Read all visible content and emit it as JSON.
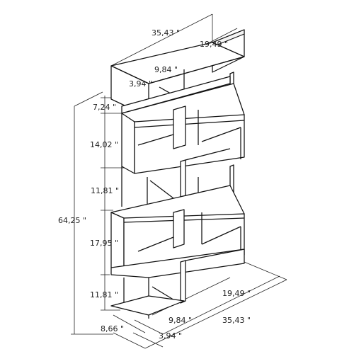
{
  "dimensions": {
    "top_total_width": "35,43 \"",
    "top_right_segment": "19,49 \"",
    "top_mid_segment": "9,84 \"",
    "top_left_segment": "3,94 \"",
    "height_row1": "7,24 \"",
    "height_row2": "14,02 \"",
    "height_row3": "11,81 \"",
    "height_total": "64,25 \"",
    "height_row4": "17,95 \"",
    "height_row5": "11,81 \"",
    "bottom_right_segment": "19,49 \"",
    "bottom_mid_segment": "9,84 \"",
    "bottom_total_width": "35,43 \"",
    "bottom_depth": "8,66 \"",
    "bottom_left_segment": "3,94 \""
  }
}
